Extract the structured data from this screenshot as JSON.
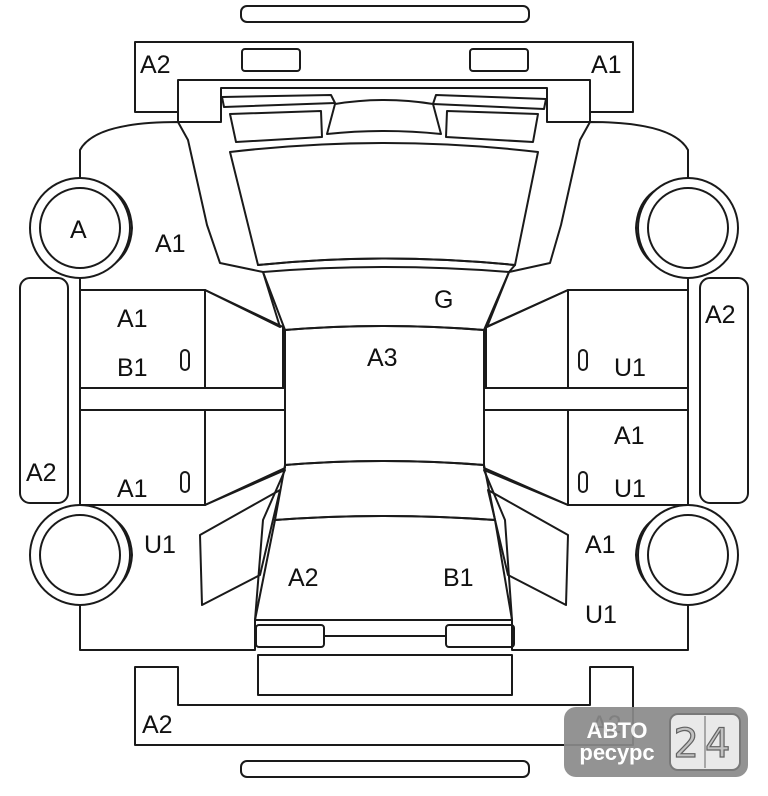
{
  "diagram": {
    "codes": {
      "front_bumper_left": "A2",
      "front_bumper_right": "A1",
      "front_wheel_left": "A",
      "front_fender_left": "A1",
      "windshield": "G",
      "roof": "A3",
      "front_door_left_1": "A1",
      "front_door_left_2": "B1",
      "rear_door_left": "A1",
      "rocker_left": "A2",
      "rear_quarter_left": "U1",
      "trunk_left": "A2",
      "trunk_right": "B1",
      "rocker_right": "A2",
      "front_door_right": "U1",
      "rear_door_right_1": "A1",
      "rear_door_right_2": "U1",
      "rear_quarter_right_1": "A1",
      "rear_quarter_right_2": "U1",
      "rear_bumper_left": "A2",
      "rear_bumper_right": "A2"
    }
  },
  "watermark": {
    "line1": "АВТО",
    "line2": "ресурс",
    "digits": "24",
    "bg_color": "#8a8a8a"
  }
}
